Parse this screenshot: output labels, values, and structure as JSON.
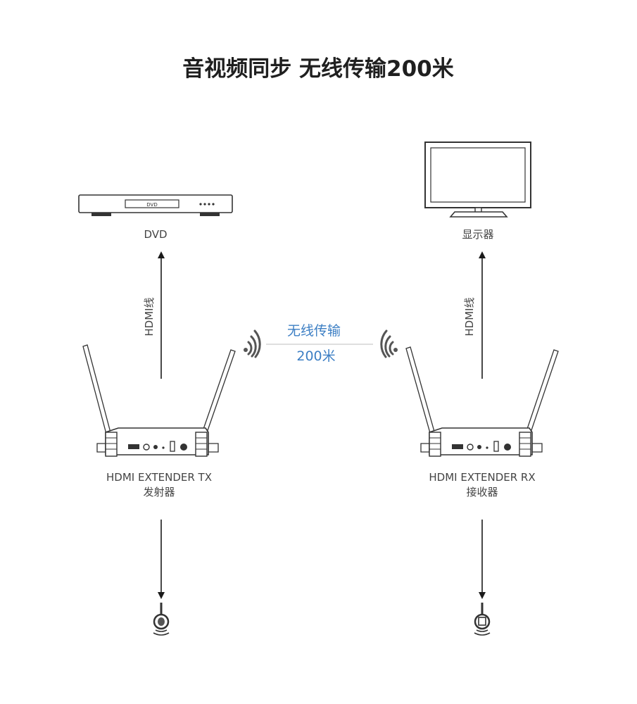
{
  "title": "音视频同步 无线传输200米",
  "dvd": {
    "panel_text": "DVD",
    "label": "DVD"
  },
  "monitor": {
    "label": "显示器"
  },
  "cables": {
    "left": "HDMI线",
    "right": "HDMI线"
  },
  "wireless": {
    "line1": "无线传输",
    "line2": "200米"
  },
  "tx": {
    "name": "HDMI EXTENDER TX",
    "name_cn": "发射器"
  },
  "rx": {
    "name": "HDMI EXTENDER RX",
    "name_cn": "接收器"
  },
  "icons": {
    "ir_tx": "ir-emitter-icon",
    "ir_rx": "ir-receiver-icon",
    "signal": "wifi-signal-icon"
  },
  "colors": {
    "text": "#333333",
    "accent": "#3d7fc4",
    "line": "#cccccc"
  }
}
